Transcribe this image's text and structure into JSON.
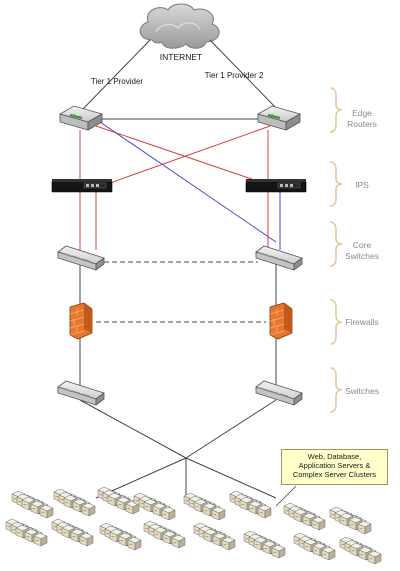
{
  "cloud": {
    "label": "INTERNET"
  },
  "providers": {
    "left": "Tier 1 Provider",
    "right": "Tier 1 Provider 2"
  },
  "tiers": [
    {
      "id": "edge",
      "lines": [
        "Edge",
        "Routers"
      ]
    },
    {
      "id": "ips",
      "lines": [
        "IPS"
      ]
    },
    {
      "id": "core",
      "lines": [
        "Core",
        "Switches"
      ]
    },
    {
      "id": "fw",
      "lines": [
        "Firewalls"
      ]
    },
    {
      "id": "sw",
      "lines": [
        "Switches"
      ]
    }
  ],
  "callout": {
    "lines": [
      "Web, Database,",
      "Application Servers &",
      "Complex Server Clusters"
    ]
  },
  "colors": {
    "red_link": "#d94040",
    "blue_link": "#4a4ad0",
    "gray_link": "#444444",
    "bracket": "#e3c9a0",
    "firewall": "#e8772e",
    "callout_bg": "#ffffcc"
  },
  "icons": {
    "cloud": "cloud-icon",
    "router": "router-icon",
    "ips": "ips-appliance-icon",
    "switch": "switch-icon",
    "firewall": "firewall-icon",
    "server": "server-icon"
  }
}
